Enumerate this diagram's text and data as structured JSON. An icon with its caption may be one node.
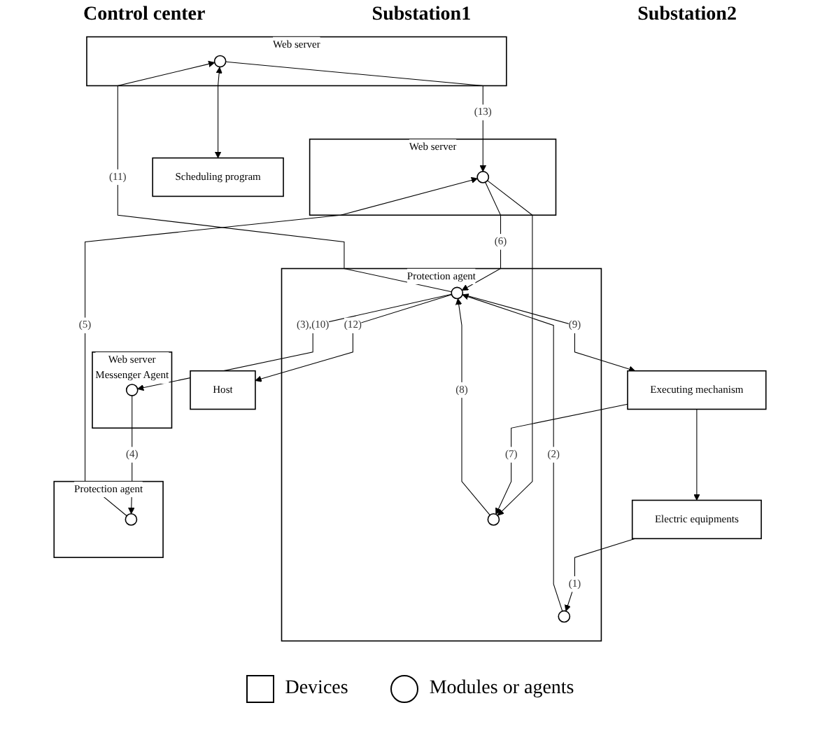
{
  "diagram": {
    "nodes": [
      {
        "text": [
          "Web server"
        ]
      },
      {
        "text": [],
        "shape": "circle",
        "in": 0
      },
      {
        "text": [
          "Scheduling program"
        ]
      },
      {
        "text": [
          "Host"
        ]
      },
      {
        "text": [
          "Web server"
        ]
      },
      {
        "text": [],
        "shape": "circle",
        "in": 4
      },
      {
        "text": [
          "Protection agent"
        ]
      },
      {
        "text": [],
        "shape": "circle",
        "in": 6
      },
      {
        "text": [],
        "shape": "circle",
        "in": 6
      },
      {
        "text": [],
        "shape": "circle",
        "in": 6
      },
      {
        "text": [
          "Electric equipments"
        ]
      },
      {
        "text": [
          "Executing mechanism"
        ]
      },
      {
        "text": [
          "Web server",
          "Messenger Agent"
        ]
      },
      {
        "text": [],
        "shape": "circle",
        "in": 12
      },
      {
        "text": [
          "Protection agent"
        ]
      },
      {
        "text": [],
        "shape": "circle",
        "in": 14
      }
    ],
    "edges": [
      {
        "from": 7,
        "to": 1,
        "arrow": "to",
        "label": "(11)"
      },
      {
        "from": 1,
        "to": 2,
        "arrow": "both"
      },
      {
        "from": 1,
        "to": 5,
        "arrow": "to",
        "label": "(13)"
      },
      {
        "from": 7,
        "to": 3,
        "arrow": "to",
        "label": "(12)"
      },
      {
        "from": 15,
        "to": 5,
        "arrow": "to",
        "label": "(5)"
      },
      {
        "from": 5,
        "to": 7,
        "arrow": "to",
        "label": "(6)"
      },
      {
        "from": 5,
        "to": 9,
        "arrow": "to"
      },
      {
        "from": 7,
        "to": 13,
        "arrow": "to",
        "label": "(3),(10)"
      },
      {
        "from": 13,
        "to": 15,
        "arrow": "to",
        "label": "(4)"
      },
      {
        "from": 8,
        "to": 7,
        "arrow": "to",
        "label": "(2)"
      },
      {
        "from": 9,
        "to": 7,
        "arrow": "to",
        "label": "(8)"
      },
      {
        "from": 10,
        "to": 8,
        "arrow": "to",
        "label": "(1)"
      },
      {
        "from": 7,
        "to": 11,
        "arrow": "to",
        "label": "(9)"
      },
      {
        "from": 11,
        "to": 9,
        "arrow": "to",
        "label": "(7)"
      },
      {
        "from": 11,
        "to": 10,
        "arrow": "to"
      }
    ],
    "labels": [
      "Control center",
      "Substation1",
      "Substation2"
    ],
    "legend": [
      {
        "text": "Devices"
      },
      {
        "text": "Modules or agents"
      }
    ]
  }
}
